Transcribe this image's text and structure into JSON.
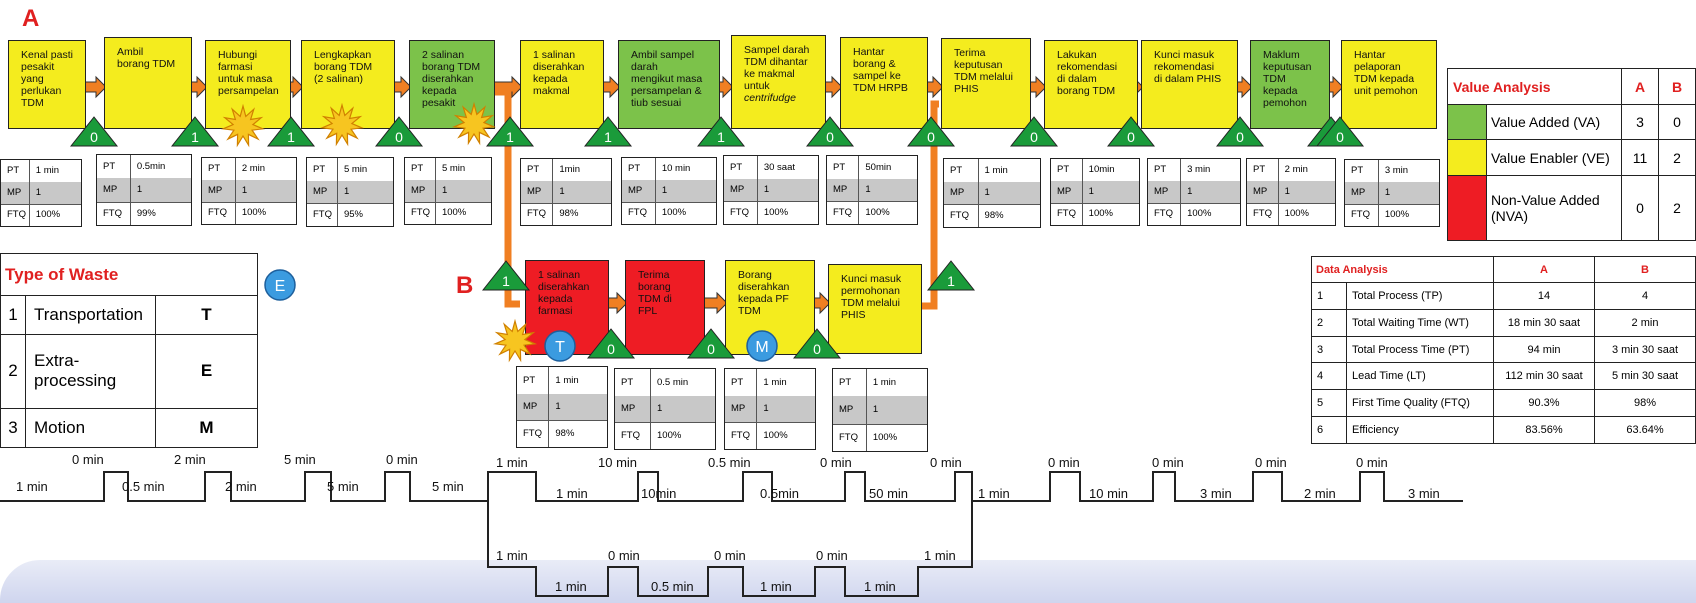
{
  "section_a_label": "A",
  "section_b_label": "B",
  "colors": {
    "va": "#7cc24a",
    "ve": "#f4ec1e",
    "nva": "#ee1c24",
    "triangle": "#1a9b3a",
    "arrow": "#f07f22",
    "circle": "#3b9be0"
  },
  "processes_a": [
    {
      "lines": [
        "Kenal pasti",
        "pesakit",
        "yang",
        "perlukan",
        "TDM"
      ],
      "type": "ve",
      "inventory": "",
      "info": {
        "pt": "1 min",
        "mp": "1",
        "ftq": "100%"
      }
    },
    {
      "lines": [
        "Ambil",
        "borang TDM"
      ],
      "type": "ve",
      "inventory": "0",
      "info": {
        "pt": "0.5min",
        "mp": "1",
        "ftq": "99%"
      }
    },
    {
      "lines": [
        "Hubungi",
        "farmasi",
        "untuk masa",
        "persampelan"
      ],
      "type": "ve",
      "inventory": "1",
      "info": {
        "pt": "2 min",
        "mp": "1",
        "ftq": "100%"
      }
    },
    {
      "lines": [
        "Lengkapkan",
        "borang TDM",
        "(2 salinan)"
      ],
      "type": "ve",
      "inventory": "1",
      "info": {
        "pt": "5 min",
        "mp": "1",
        "ftq": "95%"
      }
    },
    {
      "lines": [
        "2 salinan",
        "borang TDM",
        "diserahkan",
        "kepada",
        "pesakit"
      ],
      "type": "va",
      "inventory": "0",
      "info": {
        "pt": "5 min",
        "mp": "1",
        "ftq": "100%"
      }
    },
    {
      "lines": [
        "1 salinan",
        "diserahkan",
        "kepada",
        "makmal"
      ],
      "type": "ve",
      "inventory": "1",
      "info": {
        "pt": "1min",
        "mp": "1",
        "ftq": "98%"
      }
    },
    {
      "lines": [
        "Ambil sampel",
        "darah",
        "mengikut masa",
        "persampelan &",
        "tiub sesuai"
      ],
      "type": "va",
      "inventory": "1",
      "info": {
        "pt": "10 min",
        "mp": "1",
        "ftq": "100%"
      }
    },
    {
      "lines": [
        "Sampel darah",
        "TDM  dihantar",
        "ke makmal",
        "untuk",
        "centrifudge"
      ],
      "type": "ve",
      "inventory": "1",
      "info": {
        "pt": "30 saat",
        "mp": "1",
        "ftq": "100%"
      }
    },
    {
      "lines": [
        "Hantar",
        "borang &",
        "sampel ke",
        "TDM  HRPB"
      ],
      "type": "ve",
      "inventory": "0",
      "info": {
        "pt": "50min",
        "mp": "1",
        "ftq": "100%"
      }
    },
    {
      "lines": [
        "Terima",
        "keputusan",
        "TDM  melalui",
        "PHIS"
      ],
      "type": "ve",
      "inventory": "0",
      "info": {
        "pt": "1 min",
        "mp": "1",
        "ftq": "98%"
      }
    },
    {
      "lines": [
        "Lakukan",
        "rekomendasi",
        "di dalam",
        "borang TDM"
      ],
      "type": "ve",
      "inventory": "0",
      "info": {
        "pt": "10min",
        "mp": "1",
        "ftq": "100%"
      }
    },
    {
      "lines": [
        "Kunci masuk",
        "rekomendasi",
        "di dalam PHIS"
      ],
      "type": "ve",
      "inventory": "0",
      "info": {
        "pt": "3 min",
        "mp": "1",
        "ftq": "100%"
      }
    },
    {
      "lines": [
        "Maklum",
        "keputusan",
        "TDM",
        "kepada",
        "pemohon"
      ],
      "type": "va",
      "inventory": "0",
      "info": {
        "pt": "2 min",
        "mp": "1",
        "ftq": "100%"
      }
    },
    {
      "lines": [
        "Hantar",
        "pelaporan",
        "TDM  kepada",
        "unit pemohon"
      ],
      "type": "ve",
      "inventory": "0",
      "info": {
        "pt": "3 min",
        "mp": "1",
        "ftq": "100%"
      }
    }
  ],
  "processes_b": [
    {
      "lines": [
        "1 salinan",
        "diserahkan",
        "kepada",
        "farmasi"
      ],
      "type": "nva",
      "inventory": "0",
      "info": {
        "pt": "1 min",
        "mp": "1",
        "ftq": "98%"
      }
    },
    {
      "lines": [
        "Terima",
        "borang",
        "TDM  di",
        "FPL"
      ],
      "type": "nva",
      "inventory": "0",
      "info": {
        "pt": "0.5 min",
        "mp": "1",
        "ftq": "100%"
      }
    },
    {
      "lines": [
        "Borang",
        "diserahkan",
        "kepada PF",
        "TDM"
      ],
      "type": "ve",
      "inventory": "0",
      "info": {
        "pt": "1 min",
        "mp": "1",
        "ftq": "100%"
      }
    },
    {
      "lines": [
        "Kunci masuk",
        "permohonan",
        "TDM  melalui",
        "PHIS"
      ],
      "type": "ve",
      "inventory": "1",
      "info": {
        "pt": "1 min",
        "mp": "1",
        "ftq": "100%"
      }
    }
  ],
  "branch_triangles": {
    "left": "1",
    "right": "1"
  },
  "info_keys": {
    "pt": "PT",
    "mp": "MP",
    "ftq": "FTQ"
  },
  "waste": {
    "title": "Type of Waste",
    "rows": [
      {
        "no": "1",
        "name": "Transportation",
        "code": "T"
      },
      {
        "no": "2",
        "name": "Extra-processing",
        "code": "E"
      },
      {
        "no": "3",
        "name": "Motion",
        "code": "M"
      }
    ]
  },
  "waste_markers": {
    "e": "E",
    "t": "T",
    "m": "M"
  },
  "value_analysis": {
    "title": "Value Analysis",
    "col_a": "A",
    "col_b": "B",
    "rows": [
      {
        "color": "#7cc24a",
        "label": "Value Added (VA)",
        "a": "3",
        "b": "0"
      },
      {
        "color": "#f4ec1e",
        "label": "Value  Enabler (VE)",
        "a": "11",
        "b": "2"
      },
      {
        "color": "#ee1c24",
        "label": "Non-Value Added (NVA)",
        "a": "0",
        "b": "2"
      }
    ]
  },
  "data_analysis": {
    "title": "Data Analysis",
    "col_a": "A",
    "col_b": "B",
    "rows": [
      {
        "no": "1",
        "label": "Total Process (TP)",
        "a": "14",
        "b": "4"
      },
      {
        "no": "2",
        "label": "Total Waiting Time (WT)",
        "a": "18 min 30 saat",
        "b": "2 min"
      },
      {
        "no": "3",
        "label": "Total Process Time (PT)",
        "a": "94 min",
        "b": "3 min 30 saat"
      },
      {
        "no": "4",
        "label": "Lead Time (LT)",
        "a": "112 min 30 saat",
        "b": "5 min 30 saat"
      },
      {
        "no": "5",
        "label": "First Time Quality (FTQ)",
        "a": "90.3%",
        "b": "98%"
      },
      {
        "no": "6",
        "label": "Efficiency",
        "a": "83.56%",
        "b": "63.64%"
      }
    ]
  },
  "timeline_a": {
    "wait": [
      "0 min",
      "2 min",
      "5 min",
      "0 min",
      "1 min",
      "10 min",
      "0.5 min",
      "0 min",
      "0 min",
      "0 min",
      "0 min",
      "0 min",
      "0 min"
    ],
    "process": [
      "1 min",
      "0.5 min",
      "2 min",
      "5 min",
      "5 min",
      "1 min",
      "10min",
      "0.5min",
      "50 min",
      "1 min",
      "10 min",
      "3 min",
      "2 min",
      "3 min"
    ]
  },
  "timeline_b": {
    "wait": [
      "1 min",
      "0 min",
      "0 min",
      "0 min",
      "1 min"
    ],
    "process": [
      "1 min",
      "0.5 min",
      "1 min",
      "1 min"
    ]
  }
}
